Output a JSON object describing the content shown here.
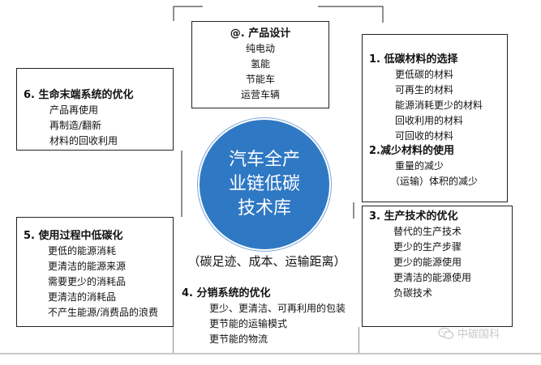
{
  "center": {
    "title_lines": [
      "汽车全产",
      "业链低碳",
      "技术库"
    ],
    "subtitle": "（碳足迹、成本、运输距离）",
    "fill_color": "#2f78c4"
  },
  "product_design": {
    "title": "@. 产品设计",
    "items": [
      "纯电动",
      "氢能",
      "节能车",
      "运营车辆"
    ]
  },
  "low_carbon_materials": {
    "title": "1. 低碳材料的选择",
    "items": [
      "更低碳的材料",
      "可再生的材料",
      "能源消耗更少的材料",
      "回收利用的材料",
      "可回收的材料"
    ]
  },
  "reduce_materials": {
    "title": "2.减少材料的使用",
    "items": [
      "重量的减少",
      "（运输）体积的减少"
    ]
  },
  "production": {
    "title": "3. 生产技术的优化",
    "items": [
      "替代的生产技术",
      "更少的生产步骤",
      "更少的能源使用",
      "更清洁的能源使用",
      "负碳技术"
    ]
  },
  "distribution": {
    "title": "4. 分销系统的优化",
    "items": [
      "更少、更清洁、可再利用的包装",
      "更节能的运输模式",
      "更节能的物流"
    ]
  },
  "usage": {
    "title": "5. 使用过程中低碳化",
    "items": [
      "更低的能源消耗",
      "更清洁的能源来源",
      "需要更少的消耗品",
      "更清洁的消耗品",
      "不产生能源/消费品的浪费"
    ]
  },
  "end_of_life": {
    "title": "6. 生命末端系统的优化",
    "items": [
      "产品再使用",
      "再制造/翻新",
      "材料的回收利用"
    ]
  },
  "watermark": {
    "icon": "wechat-icon",
    "text": "中碳国科"
  }
}
